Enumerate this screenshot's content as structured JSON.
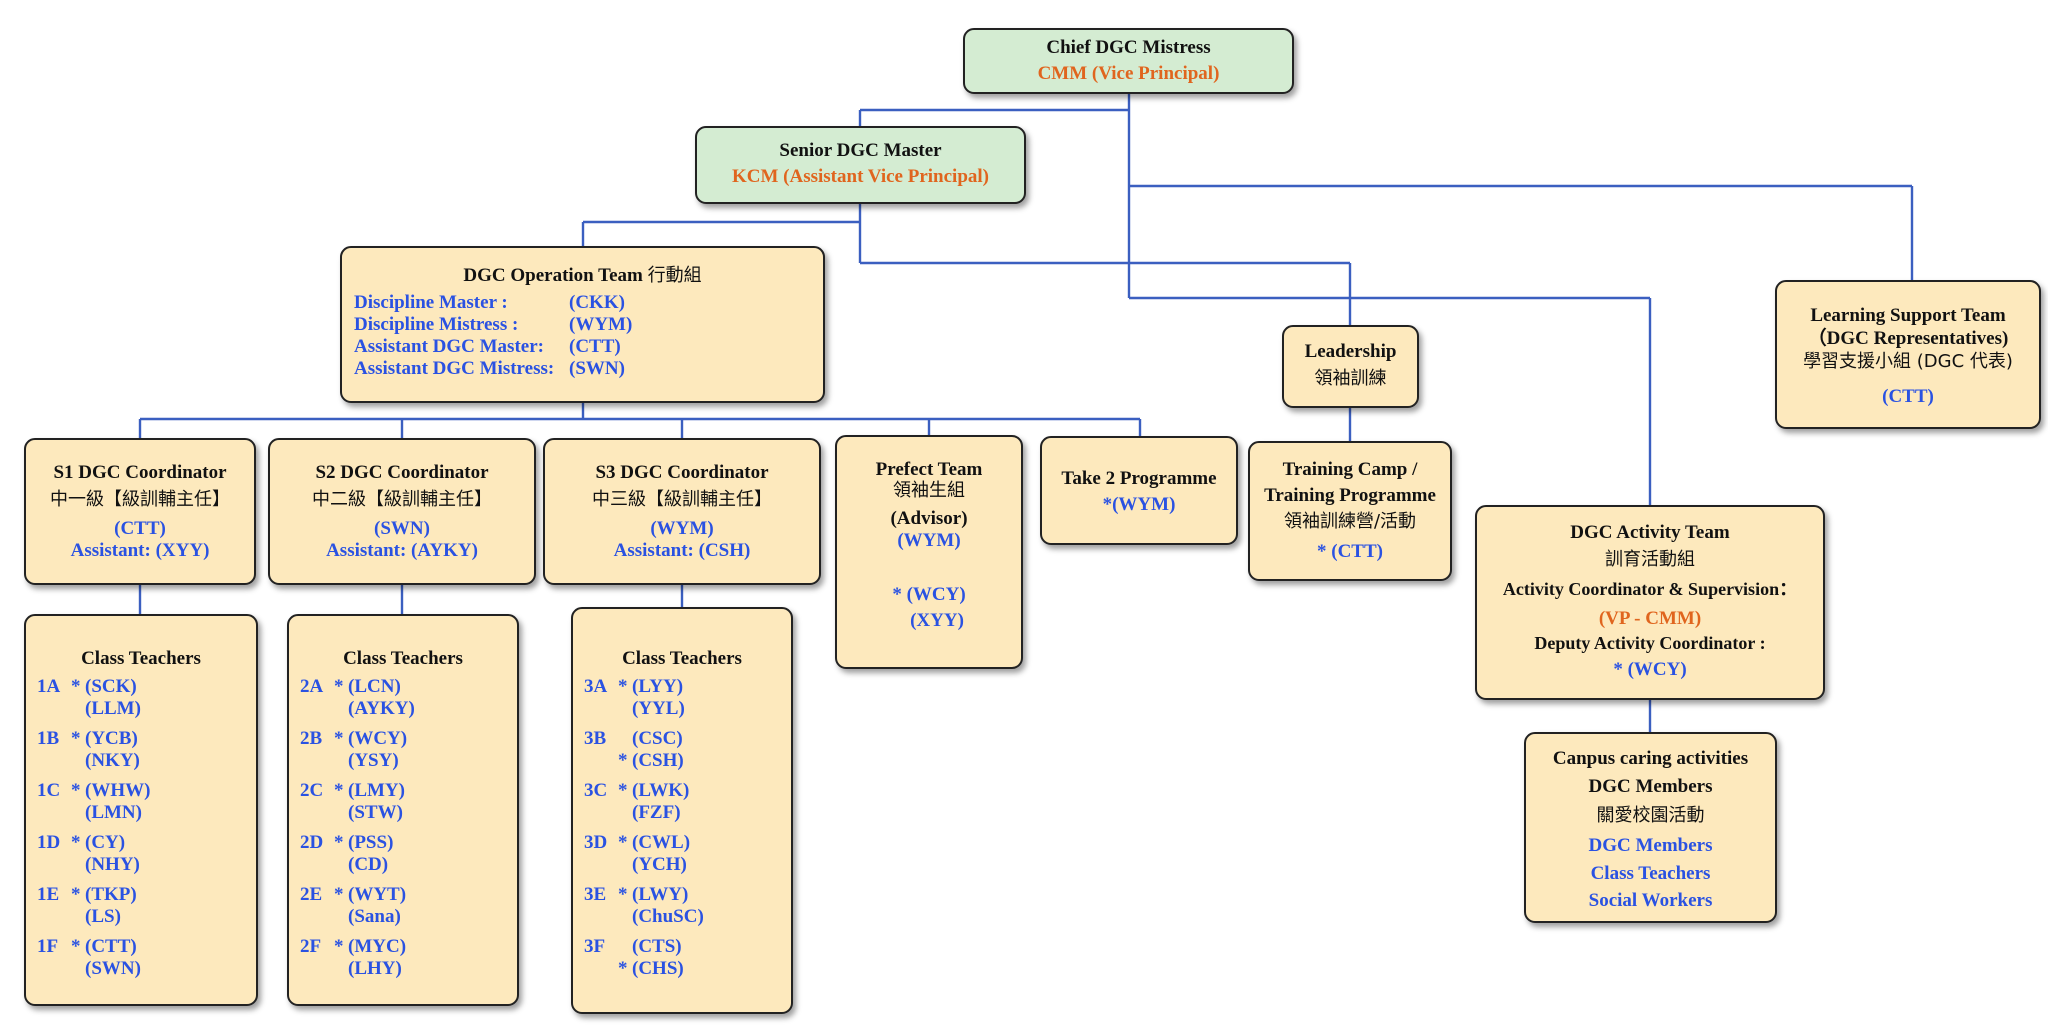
{
  "chief": {
    "title": "Chief DGC Mistress",
    "name": "CMM  (Vice Principal)"
  },
  "senior": {
    "title": "Senior DGC Master",
    "name": "KCM (Assistant Vice Principal)"
  },
  "operation": {
    "title": "DGC Operation Team",
    "title_cjk": "行動組",
    "rows": [
      {
        "role": "Discipline Master :",
        "code": "(CKK)"
      },
      {
        "role": "Discipline Mistress :",
        "code": "(WYM)"
      },
      {
        "role": "Assistant DGC Master:",
        "code": "(CTT)"
      },
      {
        "role": "Assistant DGC Mistress:",
        "code": "(SWN)"
      }
    ]
  },
  "leadership": {
    "title": "Leadership",
    "cjk": "領袖訓練"
  },
  "learning_support": {
    "line1": "Learning Support Team",
    "line2": "（DGC Representatives)",
    "line3": "學習支援小組 (DGC 代表)",
    "code": "(CTT)"
  },
  "s1": {
    "title": "S1 DGC Coordinator",
    "cjk": "中一級【級訓輔主任】",
    "code": "(CTT)",
    "assistant": "Assistant: (XYY)"
  },
  "s2": {
    "title": "S2 DGC Coordinator",
    "cjk": "中二級【級訓輔主任】",
    "code": "(SWN)",
    "assistant": "Assistant: (AYKY)"
  },
  "s3": {
    "title": "S3 DGC Coordinator",
    "cjk": "中三級【級訓輔主任】",
    "code": "(WYM)",
    "assistant": "Assistant: (CSH)"
  },
  "prefect": {
    "title": "Prefect Team",
    "cjk": "領袖生組",
    "advisor": "(Advisor)",
    "code1": "(WYM)",
    "code2": "* (WCY)",
    "code3": "(XYY)"
  },
  "take2": {
    "title": "Take 2 Programme",
    "code": "*(WYM)"
  },
  "training": {
    "line1": "Training Camp /",
    "line2": "Training Programme",
    "cjk": "領袖訓練營/活動",
    "code": "* (CTT)"
  },
  "activity": {
    "title": "DGC Activity  Team",
    "cjk": "訓育活動組",
    "coord_label": "Activity Coordinator & Supervision：",
    "coord_value": "(VP - CMM)",
    "deputy_label": "Deputy Activity Coordinator :",
    "deputy_value": "* (WCY)"
  },
  "caring": {
    "title": "Canpus caring activities",
    "subtitle": "DGC Members",
    "cjk": "關愛校園活動",
    "members": [
      "DGC Members",
      "Class Teachers",
      "Social Workers"
    ]
  },
  "class_teachers": [
    {
      "title": "Class Teachers",
      "rows": [
        {
          "cls": "1A",
          "star1": "*",
          "t1": "(SCK)",
          "star2": "",
          "t2": "(LLM)"
        },
        {
          "cls": "1B",
          "star1": "*",
          "t1": "(YCB)",
          "star2": "",
          "t2": "(NKY)"
        },
        {
          "cls": "1C",
          "star1": "*",
          "t1": "(WHW)",
          "star2": "",
          "t2": "(LMN)"
        },
        {
          "cls": "1D",
          "star1": "*",
          "t1": "(CY)",
          "star2": "",
          "t2": "(NHY)"
        },
        {
          "cls": "1E",
          "star1": "*",
          "t1": "(TKP)",
          "star2": "",
          "t2": "(LS)"
        },
        {
          "cls": "1F",
          "star1": "*",
          "t1": "(CTT)",
          "star2": "",
          "t2": "(SWN)"
        }
      ]
    },
    {
      "title": "Class Teachers",
      "rows": [
        {
          "cls": "2A",
          "star1": "*",
          "t1": "(LCN)",
          "star2": "",
          "t2": "(AYKY)"
        },
        {
          "cls": "2B",
          "star1": "*",
          "t1": "(WCY)",
          "star2": "",
          "t2": "(YSY)"
        },
        {
          "cls": "2C",
          "star1": "*",
          "t1": "(LMY)",
          "star2": "",
          "t2": "(STW)"
        },
        {
          "cls": "2D",
          "star1": "*",
          "t1": "(PSS)",
          "star2": "",
          "t2": "(CD)"
        },
        {
          "cls": "2E",
          "star1": "*",
          "t1": "(WYT)",
          "star2": "",
          "t2": "(Sana)"
        },
        {
          "cls": "2F",
          "star1": "*",
          "t1": "(MYC)",
          "star2": "",
          "t2": "(LHY)"
        }
      ]
    },
    {
      "title": "Class Teachers",
      "rows": [
        {
          "cls": "3A",
          "star1": "*",
          "t1": "(LYY)",
          "star2": "",
          "t2": "(YYL)"
        },
        {
          "cls": "3B",
          "star1": "",
          "t1": "(CSC)",
          "star2": "*",
          "t2": "(CSH)"
        },
        {
          "cls": "3C",
          "star1": "*",
          "t1": "(LWK)",
          "star2": "",
          "t2": "(FZF)"
        },
        {
          "cls": "3D",
          "star1": "*",
          "t1": "(CWL)",
          "star2": "",
          "t2": "(YCH)"
        },
        {
          "cls": "3E",
          "star1": "*",
          "t1": "(LWY)",
          "star2": "",
          "t2": "(ChuSC)"
        },
        {
          "cls": "3F",
          "star1": "",
          "t1": "(CTS)",
          "star2": "*",
          "t2": "(CHS)"
        }
      ]
    }
  ],
  "colors": {
    "connector": "#3b5fc0",
    "box_fill": "#fde9bd",
    "green_fill": "#d4ecd2",
    "name_blue": "#2a52e2",
    "name_orange": "#e0651e"
  }
}
